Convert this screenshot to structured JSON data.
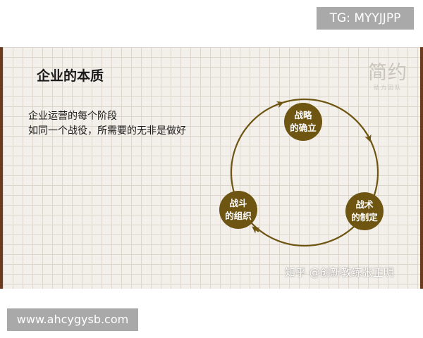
{
  "overlay": {
    "top_tag": "TG: MYYJJPP",
    "bottom_tag": "www.ahcygysb.com"
  },
  "slide": {
    "title": "企业的本质",
    "lines": [
      "企业运营的每个阶段",
      "如同一个战役，所需要的无非是做好"
    ],
    "logo": {
      "main": "简约",
      "sub": "助力团队"
    },
    "cycle": {
      "nodes": [
        {
          "line1": "战略",
          "line2": "的确立"
        },
        {
          "line1": "战术",
          "line2": "的制定"
        },
        {
          "line1": "战斗",
          "line2": "的组织"
        }
      ]
    },
    "watermark": "知乎 @创新教练张正明"
  },
  "colors": {
    "node_fill": "#6e5512",
    "arrow": "#6e5512",
    "frame": "#6b3a1f",
    "grid_bg": "#f3f0eb",
    "tag_bg": "#a9a9a9"
  }
}
